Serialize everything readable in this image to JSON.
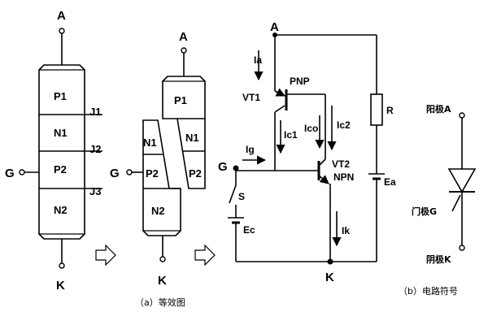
{
  "left_diagram": {
    "terminal_a": "A",
    "terminal_k": "K",
    "terminal_g": "G",
    "layers": [
      "P1",
      "N1",
      "P2",
      "N2"
    ],
    "junctions": [
      "J1",
      "J2",
      "J3"
    ]
  },
  "middle_diagram": {
    "terminal_a": "A",
    "terminal_k": "K",
    "terminal_g": "G",
    "top_block": [
      "P1",
      "N1",
      "P2"
    ],
    "bottom_block": [
      "N1",
      "P2",
      "N2"
    ],
    "caption": "（a）等效图"
  },
  "circuit": {
    "terminal_a": "A",
    "terminal_k": "K",
    "terminal_g": "G",
    "current_a": "Ia",
    "vt1": "VT1",
    "pnp": "PNP",
    "current_c1": "Ic1",
    "current_co": "Ico",
    "current_c2": "Ic2",
    "current_g": "Ig",
    "vt2": "VT2",
    "npn": "NPN",
    "switch": "S",
    "source_c": "Ec",
    "current_k": "Ik",
    "resistor": "R",
    "source_a": "Ea"
  },
  "symbol": {
    "anode": "阳极A",
    "gate": "门极G",
    "cathode": "阴极K",
    "caption": "（b）电路符号"
  }
}
